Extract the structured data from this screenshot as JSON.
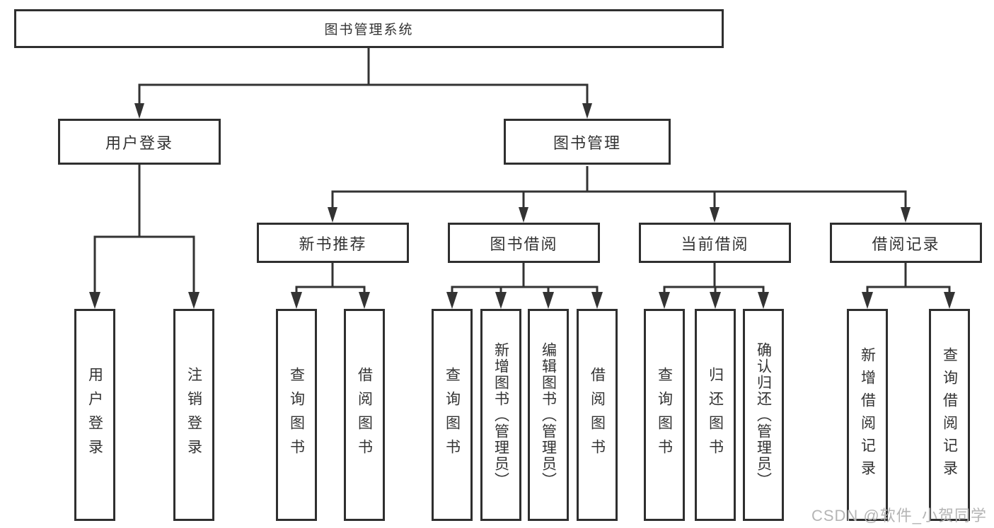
{
  "tree": {
    "label": "图书管理系统",
    "children": [
      {
        "label": "用户登录",
        "children": [
          {
            "label": "用户登录"
          },
          {
            "label": "注销登录"
          }
        ]
      },
      {
        "label": "图书管理",
        "children": [
          {
            "label": "新书推荐",
            "children": [
              {
                "label": "查询图书"
              },
              {
                "label": "借阅图书"
              }
            ]
          },
          {
            "label": "图书借阅",
            "children": [
              {
                "label": "查询图书"
              },
              {
                "label": "新增图书（管理员）"
              },
              {
                "label": "编辑图书（管理员）"
              },
              {
                "label": "借阅图书"
              }
            ]
          },
          {
            "label": "当前借阅",
            "children": [
              {
                "label": "查询图书"
              },
              {
                "label": "归还图书"
              },
              {
                "label": "确认归还（管理员）"
              }
            ]
          },
          {
            "label": "借阅记录",
            "children": [
              {
                "label": "新增借阅记录"
              },
              {
                "label": "查询借阅记录"
              }
            ]
          }
        ]
      }
    ]
  },
  "watermark": {
    "text": "CSDN @软件_小贺同学"
  },
  "colors": {
    "line": "#333333",
    "box_border": "#2f2f2f",
    "text": "#333333",
    "watermark": "#b5b5b5",
    "background": "#ffffff"
  }
}
